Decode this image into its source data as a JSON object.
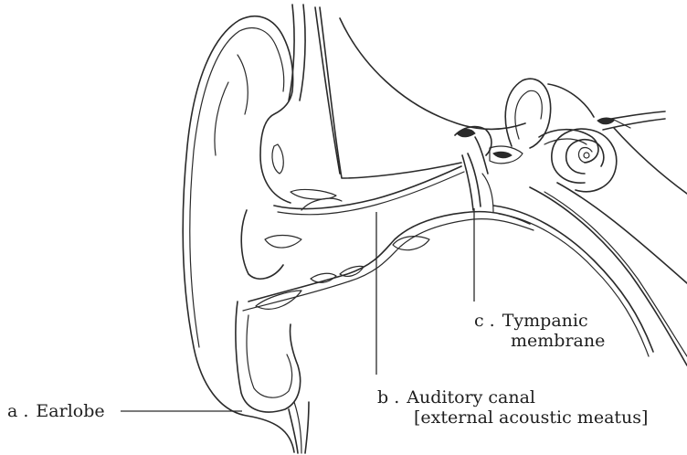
{
  "labels": {
    "a": {
      "marker": "a .",
      "text": "Earlobe"
    },
    "b": {
      "marker": "b .",
      "line1": "Auditory canal",
      "line2": "[external acoustic meatus]"
    },
    "c": {
      "marker": "c .",
      "line1": "Tympanic",
      "line2": "membrane"
    }
  },
  "colors": {
    "line": "#2a2a2a",
    "background": "#ffffff"
  }
}
